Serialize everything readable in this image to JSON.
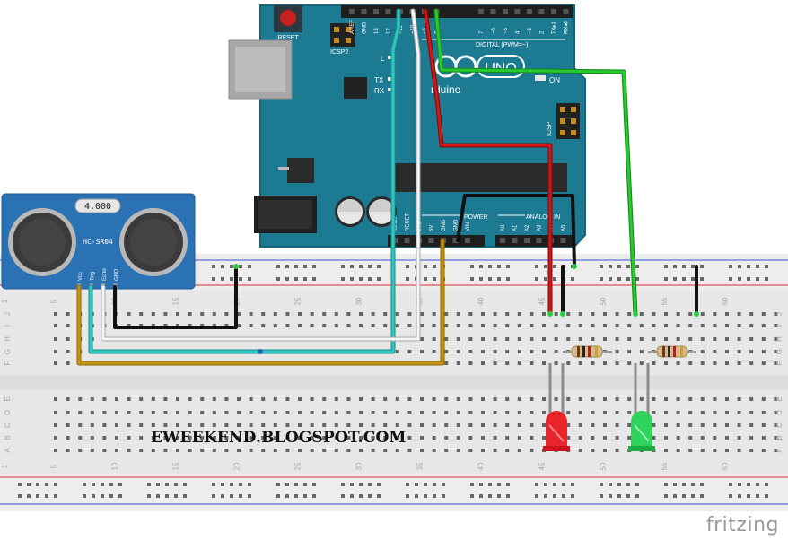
{
  "arduino": {
    "reset_label": "RESET",
    "icsp2_label": "ICSP2",
    "icsp_label": "ICSP",
    "l_label": "L",
    "tx_label": "TX",
    "rx_label": "RX",
    "on_label": "ON",
    "digital_label": "DIGITAL (PWM=~)",
    "power_label": "POWER",
    "analog_label": "ANALOG IN",
    "uno_label": "UNO",
    "brand_label": "rduino",
    "top_pins": [
      "AREF",
      "GND",
      "13",
      "12",
      "~11",
      "~10",
      "~9",
      "8",
      "7",
      "~6",
      "~5",
      "4",
      "~3",
      "2",
      "TX▸1",
      "RX◂0"
    ],
    "power_pins": [
      "IOREF",
      "RESET",
      "3V3",
      "5V",
      "GND",
      "GND",
      "VIN"
    ],
    "analog_pins": [
      "A0",
      "A1",
      "A2",
      "A3",
      "A4",
      "A5"
    ]
  },
  "sensor": {
    "crystal_label": "4.000",
    "model_label": "HC-SR04",
    "pins": [
      "Vcc",
      "Trig",
      "Echo",
      "GND"
    ]
  },
  "breadboard": {
    "column_numbers": [
      "1",
      "5",
      "10",
      "15",
      "20",
      "25",
      "30",
      "35",
      "40",
      "45",
      "50",
      "55",
      "60"
    ],
    "rows_top": [
      "J",
      "I",
      "H",
      "G",
      "F"
    ],
    "rows_bottom": [
      "E",
      "D",
      "C",
      "B",
      "A"
    ]
  },
  "watermark": "EWEEKEND.BLOGSPOT.COM",
  "brand": "fritzing",
  "colors": {
    "board_teal": "#1d7a93",
    "wire_cyan": "#2fc7c0",
    "wire_white": "#f2f2f2",
    "wire_red": "#cc1111",
    "wire_green": "#22c02a",
    "wire_black": "#1a1a1a",
    "wire_ochre": "#b8860b",
    "led_red": "#e8252b",
    "led_green": "#2dd35a",
    "sensor_blue": "#2b72b5"
  }
}
